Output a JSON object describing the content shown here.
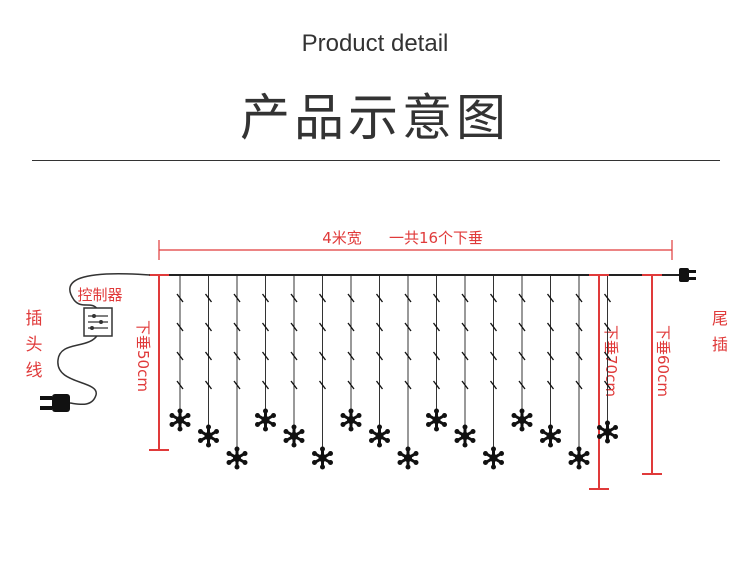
{
  "header": {
    "subtitle": "Product detail",
    "title": "产品示意图"
  },
  "diagram": {
    "width_label": "4米宽",
    "count_label": "一共16个下垂",
    "controller_label": "控制器",
    "plug_label": "插头线",
    "tail_plug_label": "尾插",
    "drop_labels": {
      "drop_50": "下垂50cm",
      "drop_70": "下垂70cm",
      "drop_60": "下垂60cm"
    },
    "colors": {
      "annotation_red": "#e03a3a",
      "wire": "#333333"
    }
  }
}
